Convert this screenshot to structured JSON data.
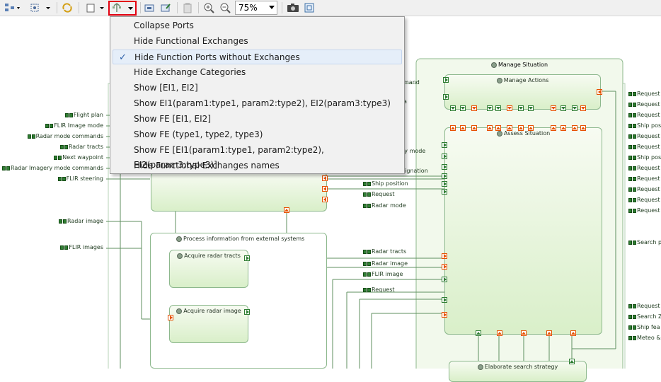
{
  "toolbar": {
    "zoom_value": "75%",
    "icons": [
      "layout-icon",
      "filter-icon",
      "refresh-icon",
      "page-icon",
      "port-filter-icon",
      "export-icon",
      "edit-icon",
      "clipboard-icon",
      "zoom-in-icon",
      "zoom-out-icon",
      "camera-icon",
      "fit-icon"
    ]
  },
  "menu": {
    "items": [
      {
        "label": "Collapse Ports",
        "checked": false
      },
      {
        "label": "Hide Functional Exchanges",
        "checked": false
      },
      {
        "label": "Hide Function Ports without Exchanges",
        "checked": true
      },
      {
        "label": "Hide Exchange Categories",
        "checked": false
      },
      {
        "label": "Show [EI1, EI2]",
        "checked": false
      },
      {
        "label": "Show EI1(param1:type1, param2:type2), EI2(param3:type3)",
        "checked": false
      },
      {
        "label": "Show FE [EI1, EI2]",
        "checked": false
      },
      {
        "label": "Show FE (type1, type2, type3)",
        "checked": false
      },
      {
        "label": "Show FE [EI1(param1:type1, param2:type2), EI2(param3:type3)]",
        "checked": false
      },
      {
        "label": "Hide Functional Exchanges names",
        "checked": false
      }
    ],
    "check_glyph": "✓"
  },
  "diagram": {
    "left_labels": [
      "Flight plan",
      "FLIR Image mode",
      "Radar mode commands",
      "Radar tracts",
      "Next waypoint",
      "Radar Imagery mode commands",
      "FLIR steering",
      "Radar image",
      "FLIR images"
    ],
    "right_labels": [
      "Request",
      "Request",
      "Request",
      "Ship pos",
      "Request",
      "Request",
      "Ship pos",
      "Request",
      "Request",
      "Request",
      "Request",
      "Request",
      "Search p",
      "Request",
      "Search Z",
      "Ship fea",
      "Meteo &"
    ],
    "mid_labels": [
      "mand",
      "a",
      "ry mode",
      "signation",
      "Ship position",
      "Request",
      "Radar mode",
      "Radar tracts",
      "Radar image",
      "FLIR image",
      "Request"
    ],
    "boxes": {
      "manage_situation": "Manage Situation",
      "manage_actions": "Manage Actions",
      "assess_situation": "Assess Situation",
      "process_info": "Process information from external systems",
      "acquire_radar_tracts": "Acquire radar tracts",
      "acquire_radar_image": "Acquire radar image",
      "elaborate_search": "Elaborate search strategy"
    }
  },
  "colors": {
    "menu_bg": "#f1f1f1",
    "highlight": "#e3000f",
    "box_border": "#8db88d",
    "port_in": "#2e7d32",
    "port_out": "#e65100"
  }
}
